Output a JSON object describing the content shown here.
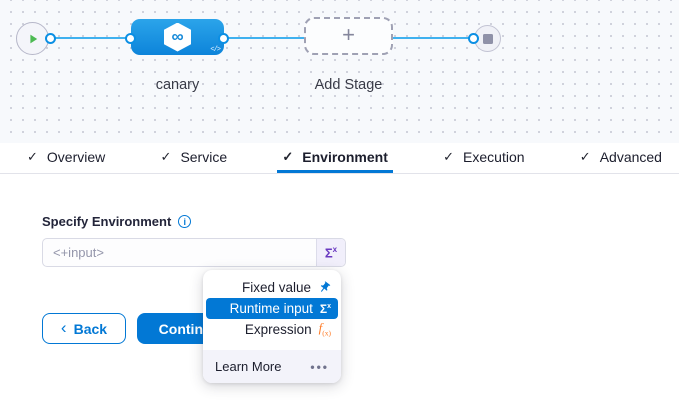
{
  "palette": {
    "accent_blue": "#0278d5",
    "node_blue_top": "#2ba4ea",
    "node_blue_bottom": "#0d84da",
    "connector_blue": "#3fb1ef",
    "success_green": "#4dba53",
    "sigma_purple": "#6938c0",
    "expression_orange": "#ff7b26",
    "canvas_bg": "#f7f9fc",
    "footer_grey": "#f3f3fa"
  },
  "icons": {
    "check": "✓",
    "plus": "+",
    "infinity": "∞",
    "code": "</>",
    "info": "i",
    "sigma": "Σ",
    "sigma_sup": "x",
    "fx": "f",
    "fx_sub": "(x)",
    "chevron_left": "‹",
    "more_dots": "•••"
  },
  "canvas": {
    "stage_label": "canary",
    "add_stage_label": "Add Stage"
  },
  "tabs": [
    {
      "label": "Overview",
      "checked": true,
      "active": false
    },
    {
      "label": "Service",
      "checked": true,
      "active": false
    },
    {
      "label": "Environment",
      "checked": true,
      "active": true
    },
    {
      "label": "Execution",
      "checked": true,
      "active": false
    },
    {
      "label": "Advanced",
      "checked": true,
      "active": false
    }
  ],
  "form": {
    "label": "Specify Environment",
    "placeholder": "<+input>"
  },
  "actions": {
    "back": "Back",
    "continue": "Continue"
  },
  "dropdown": {
    "items": [
      {
        "label": "Fixed value",
        "icon": "pin",
        "selected": false
      },
      {
        "label": "Runtime input",
        "icon": "sigma",
        "selected": true
      },
      {
        "label": "Expression",
        "icon": "fx",
        "selected": false
      }
    ],
    "learn_more": "Learn More"
  }
}
